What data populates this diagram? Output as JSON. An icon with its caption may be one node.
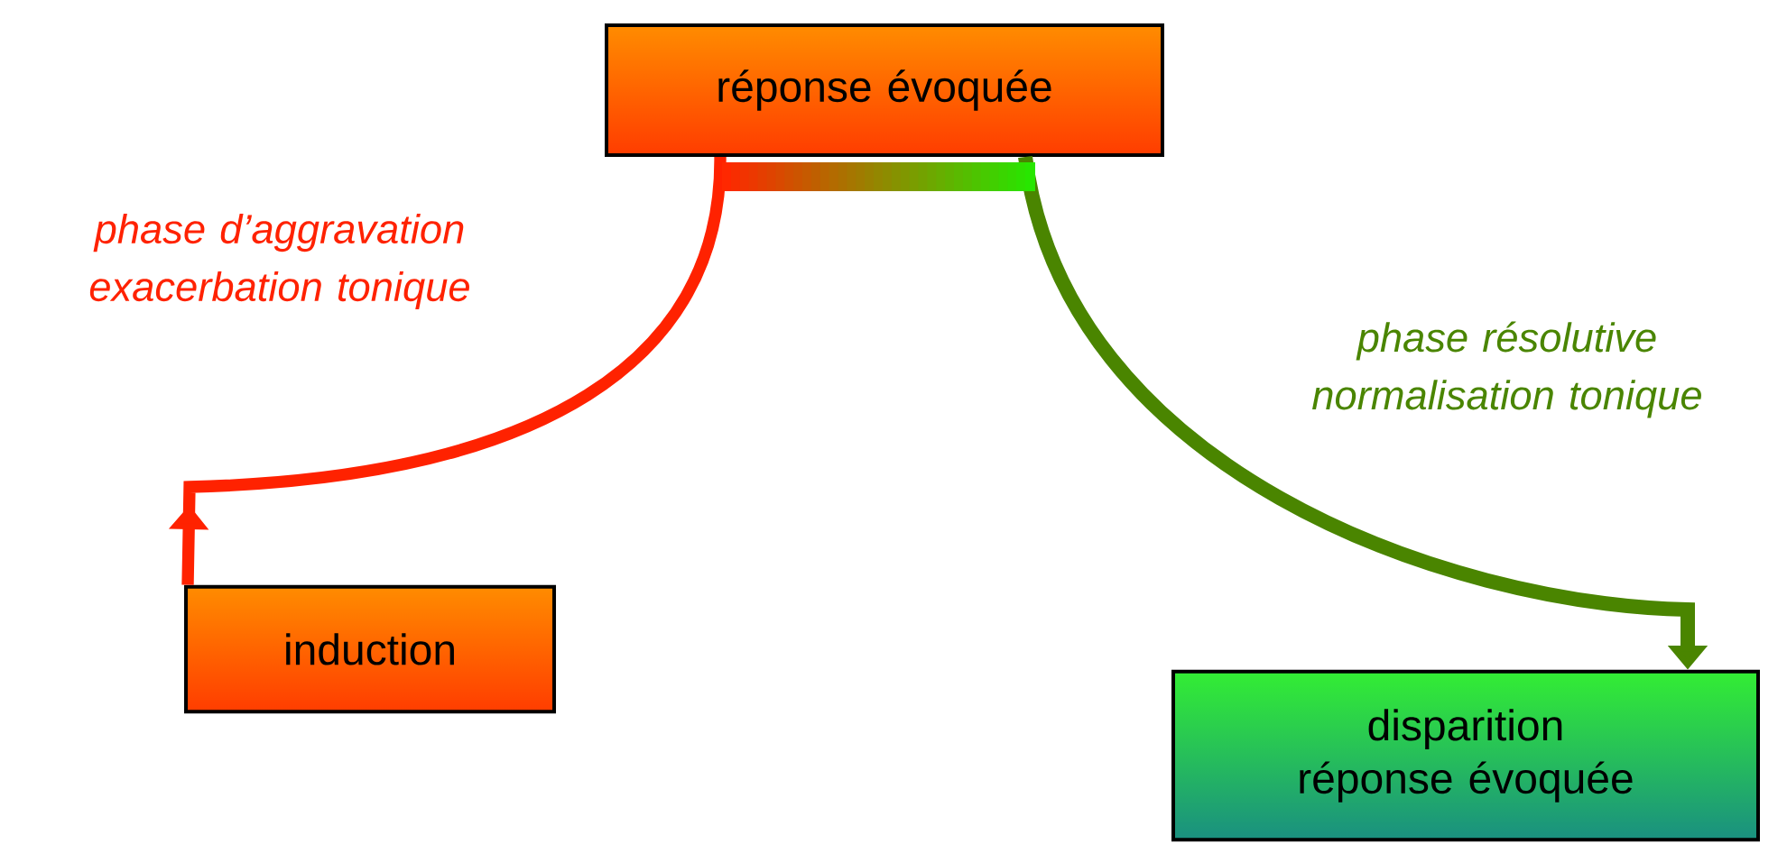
{
  "diagram": {
    "nodes": [
      {
        "text": [
          "réponse évoquée"
        ]
      },
      {
        "text": [
          "induction"
        ]
      },
      {
        "text": [
          "disparition réponse évoquée"
        ]
      }
    ],
    "edges": [
      {
        "from": 0,
        "to": 1,
        "arrow": "to",
        "label": "phase d’aggravation exacerbation tonique",
        "color": "#ff2200"
      },
      {
        "from": 0,
        "to": 2,
        "arrow": "to",
        "label": "phase résolutive normalisation tonique",
        "color": "#4a8500"
      }
    ]
  }
}
